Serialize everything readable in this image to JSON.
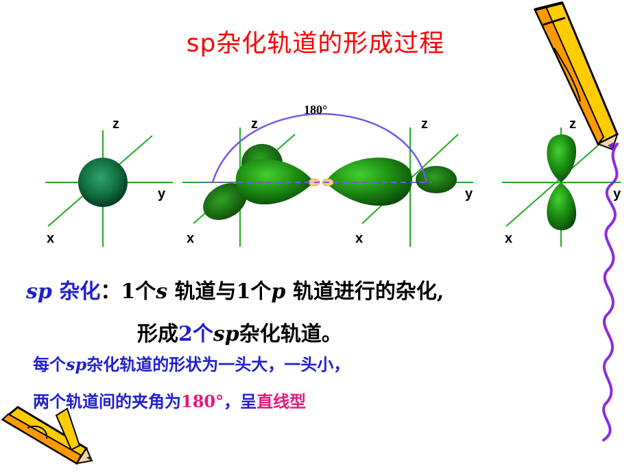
{
  "slide": {
    "title": "sp杂化轨道的形成过程",
    "diagram": {
      "angle_label": "180°",
      "axis_x": "x",
      "axis_y": "y",
      "axis_z": "z"
    },
    "definition": {
      "term": "sp",
      "term_rest": " 杂化",
      "colon": "：",
      "p1": "1个",
      "s": "s",
      "p2": " 轨道与1个",
      "p": "p",
      "p3": " 轨道进行的杂化,",
      "l2_a": "形成",
      "l2_count": "2个",
      "l2_sp": "sp",
      "l2_b": "杂化轨道。"
    },
    "notes": {
      "n1_a": "每个",
      "n1_sp": "sp",
      "n1_b": "杂化轨道的形状为一头大，一头小，",
      "n2_a": "两个轨道间的夹角为",
      "n2_angle": "180°",
      "n2_b": "，呈",
      "n2_shape": "直线型"
    }
  },
  "colors": {
    "title": "#ff0000",
    "highlight_blue": "#1f1fd0",
    "highlight_pink": "#e8177a",
    "orbital_green": "#1e7f12",
    "axis_green": "#22aa22",
    "arc_purple": "#7755ee",
    "pencil_yellow": "#ffcc00",
    "pencil_orange": "#ff9900",
    "scribble": "#8a2be2"
  }
}
